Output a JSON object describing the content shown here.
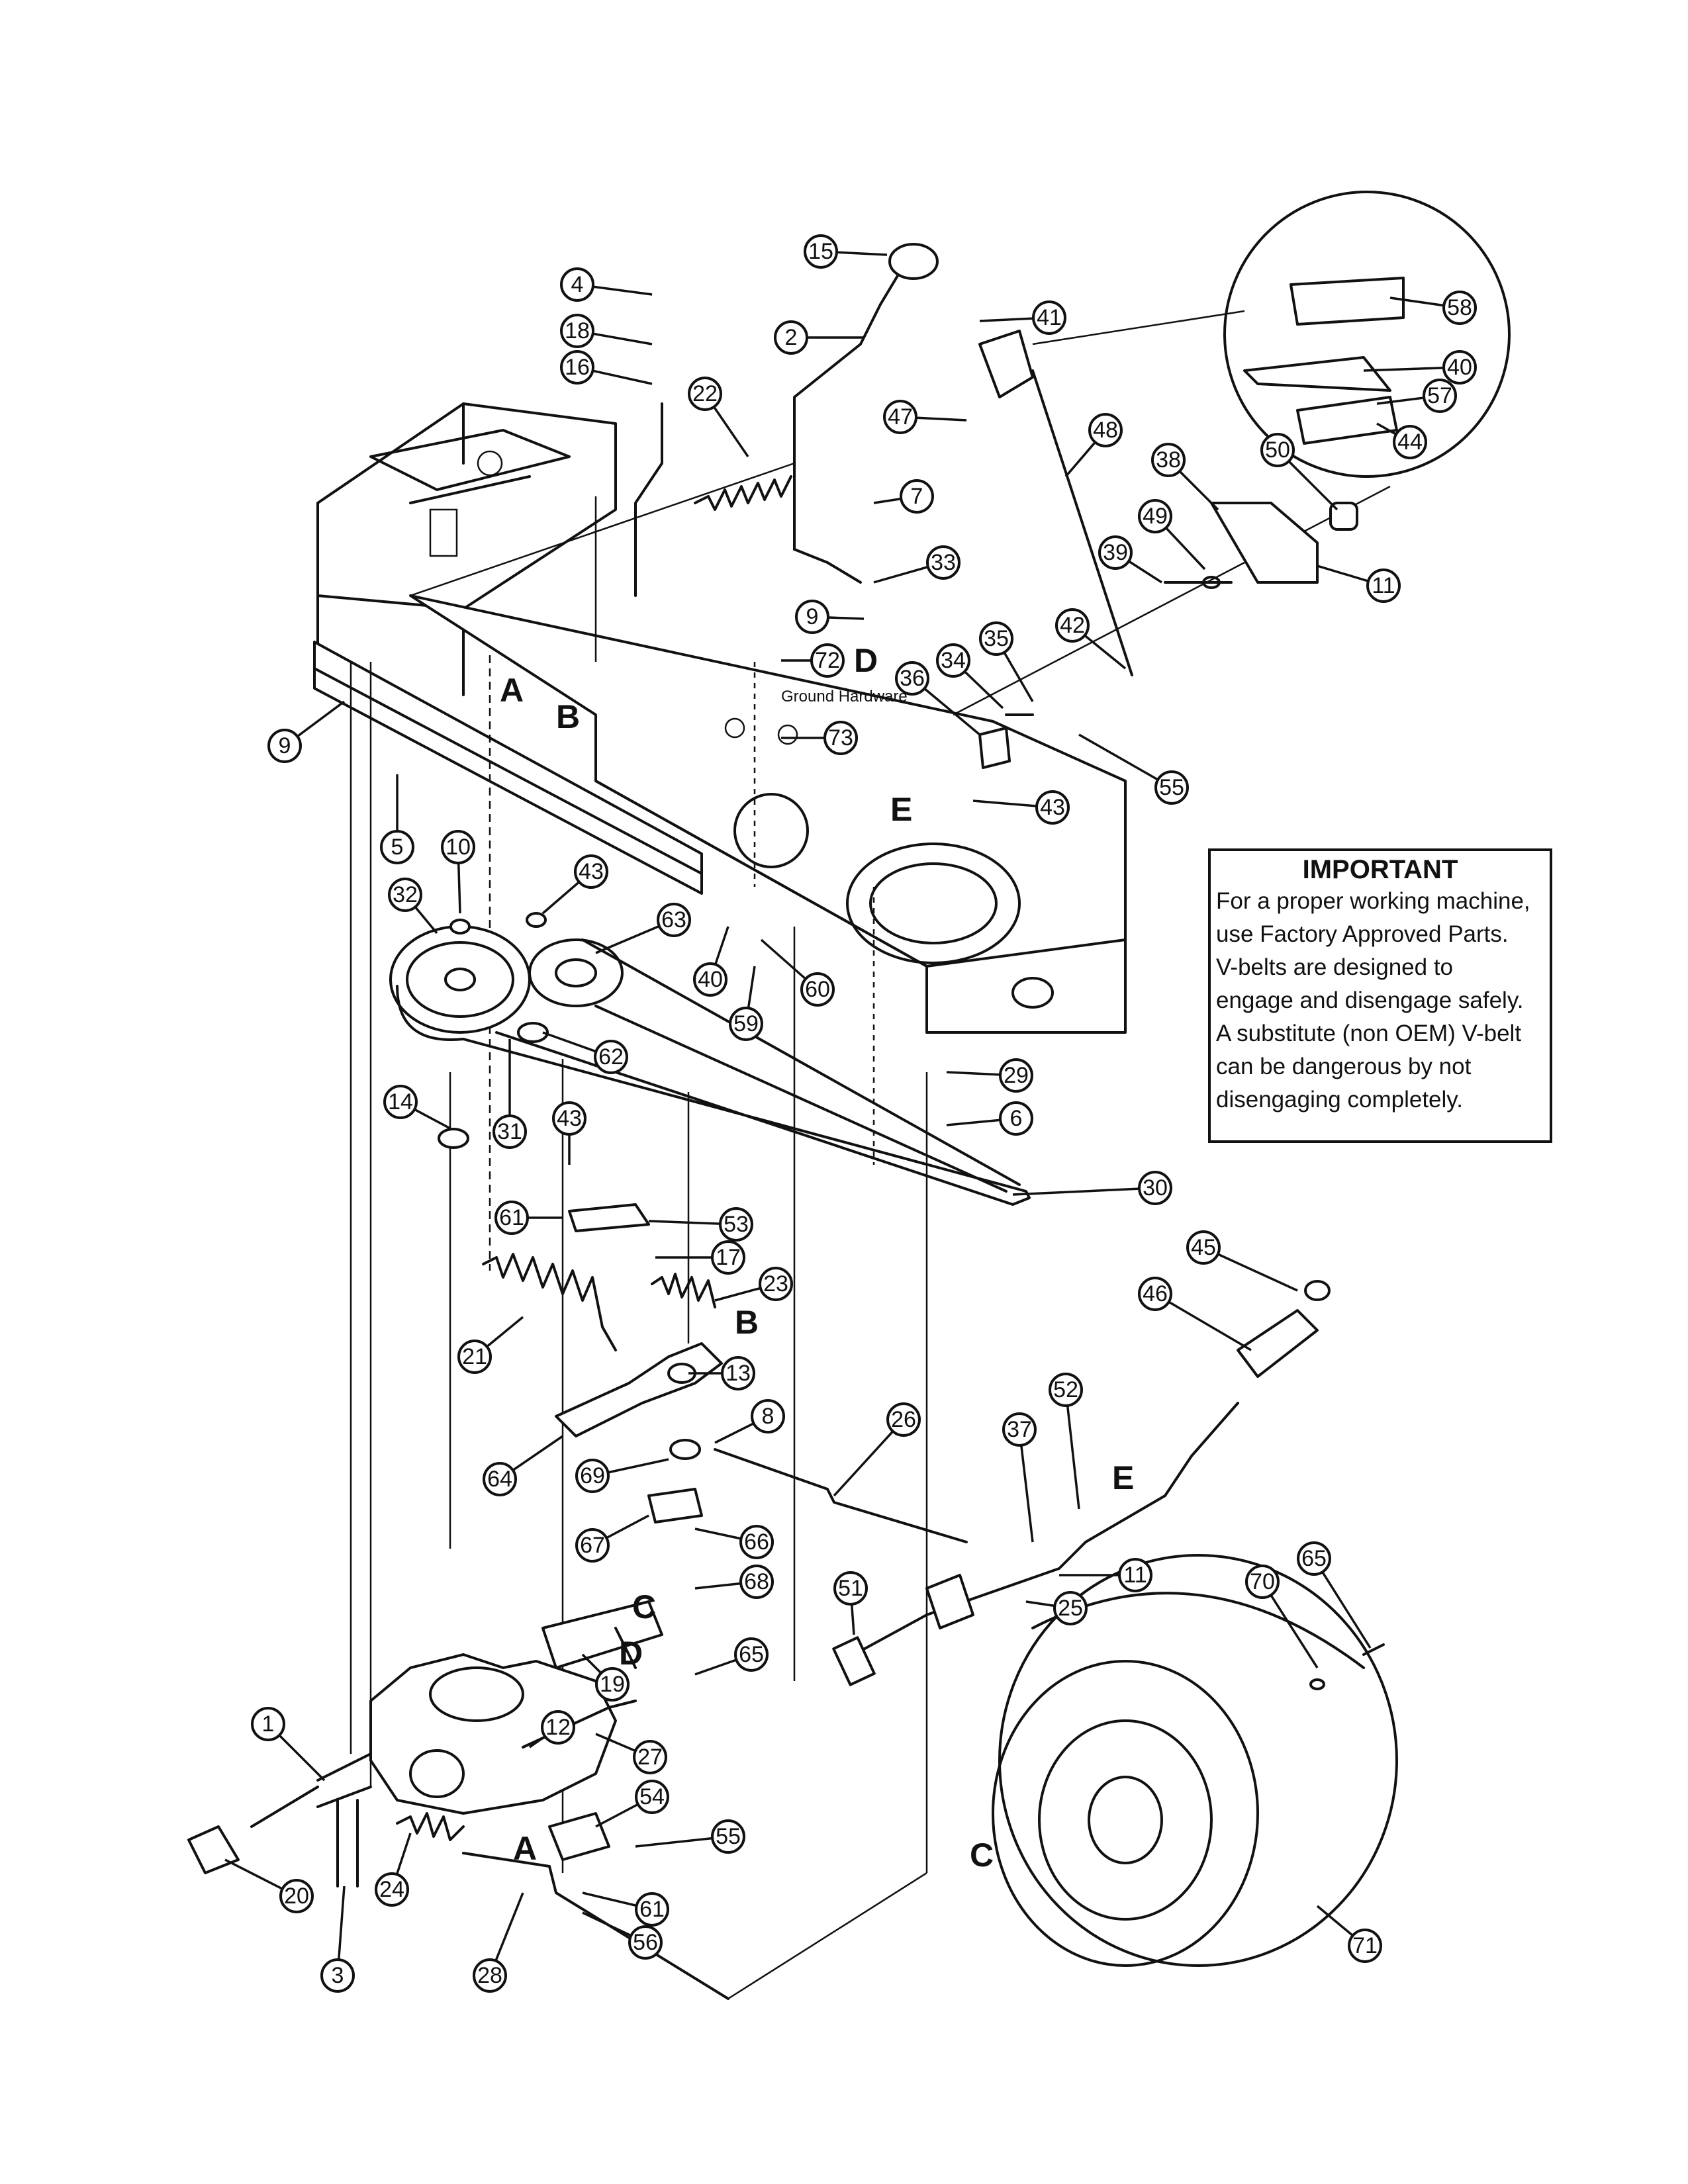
{
  "notice": {
    "title": "IMPORTANT",
    "body": " For a proper working machine,\nuse Factory Approved Parts.\nV-belts are designed to\nengage and disengage safely.\nA substitute (non OEM) V-belt\ncan be dangerous by not\ndisengaging completely."
  },
  "labels": {
    "ground_hardware": "Ground Hardware"
  },
  "ref_letters": [
    "A",
    "B",
    "C",
    "D",
    "E"
  ],
  "callouts": [
    "1",
    "2",
    "3",
    "4",
    "6",
    "7",
    "8",
    "9",
    "10",
    "11",
    "12",
    "13",
    "14",
    "15",
    "16",
    "17",
    "18",
    "19",
    "20",
    "21",
    "22",
    "23",
    "24",
    "25",
    "26",
    "27",
    "28",
    "29",
    "30",
    "31",
    "32",
    "33",
    "34",
    "35",
    "36",
    "37",
    "38",
    "39",
    "40",
    "41",
    "42",
    "43",
    "44",
    "45",
    "46",
    "47",
    "48",
    "49",
    "50",
    "51",
    "52",
    "53",
    "54",
    "55",
    "56",
    "57",
    "58",
    "59",
    "60",
    "61",
    "62",
    "63",
    "64",
    "65",
    "66",
    "67",
    "68",
    "69",
    "70",
    "71",
    "72",
    "73",
    "5"
  ]
}
